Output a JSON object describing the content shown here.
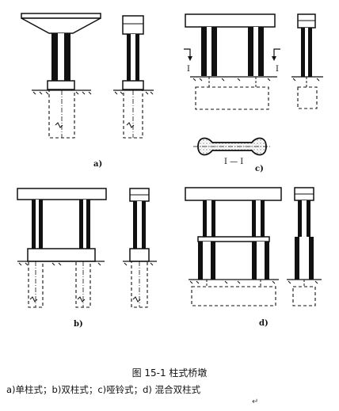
{
  "figure": {
    "title": "图 15-1   柱式桥墩",
    "caption": "a)单柱式；b)双柱式；c)哑铃式；d) 混合双柱式",
    "para_mark": "↵",
    "panel_labels": {
      "a": "a)",
      "b": "b)",
      "c": "c)",
      "d": "d)"
    },
    "section_labels": {
      "cut_left": "I",
      "cut_right": "I",
      "section_name": "I — I"
    }
  }
}
